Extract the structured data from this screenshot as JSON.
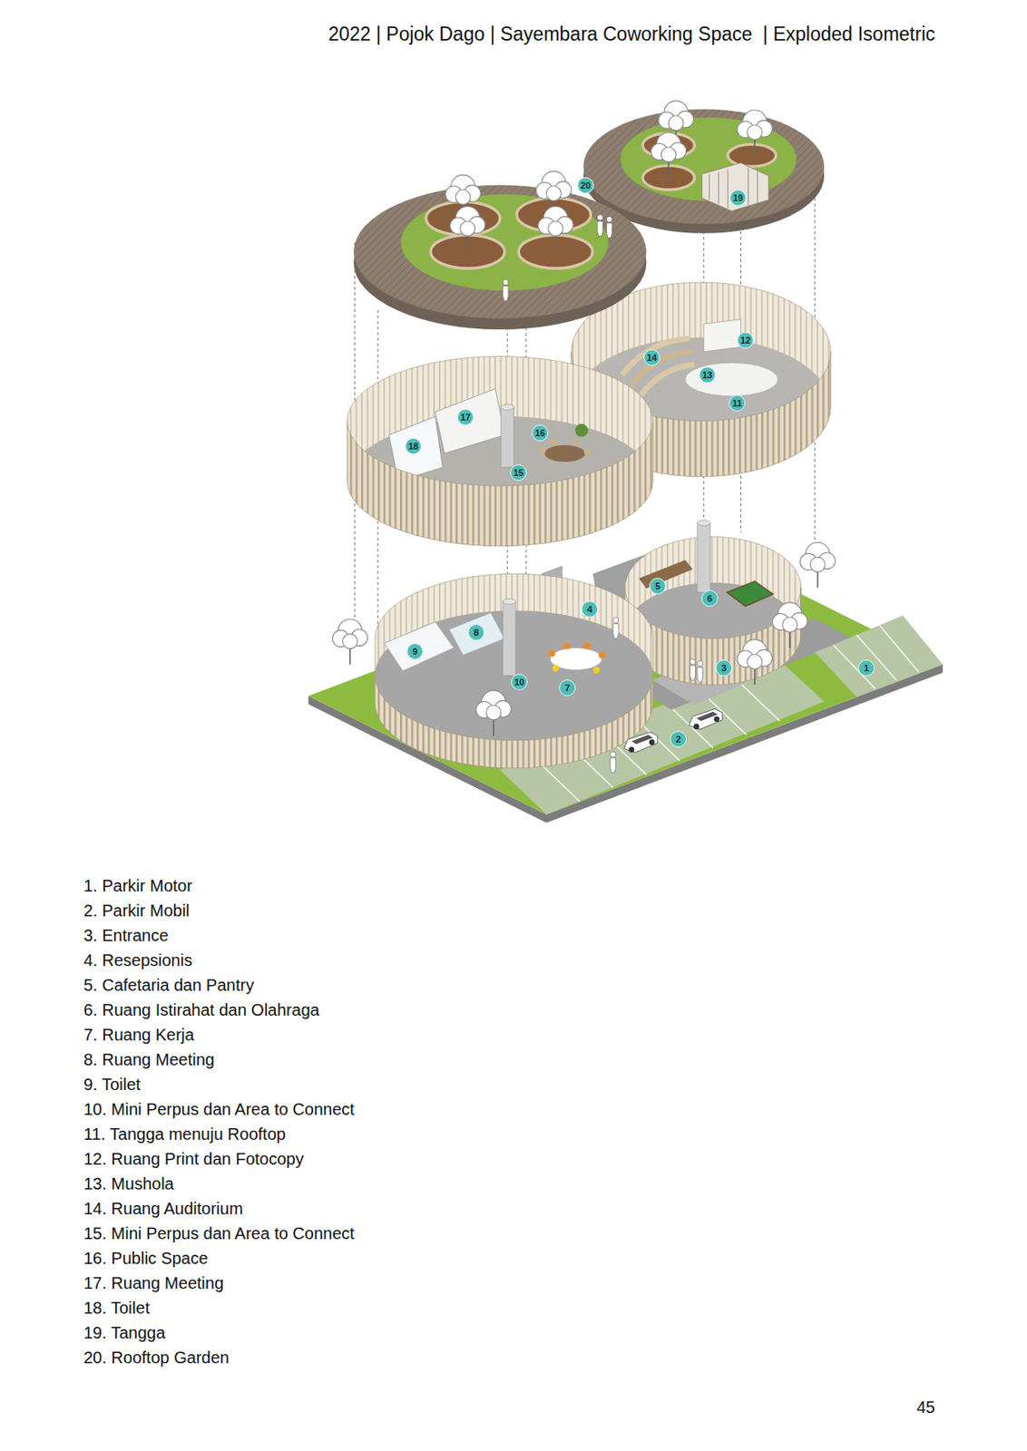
{
  "diagram": {
    "title": "2022 | Pojok Dago | Sayembara Coworking Space  | Exploded Isometric",
    "labels": [
      "20",
      "19",
      "12",
      "14",
      "13",
      "11",
      "17",
      "16",
      "18",
      "15",
      "5",
      "4",
      "6",
      "8",
      "9",
      "3",
      "1",
      "10",
      "7",
      "2",
      "1. Parkir Motor",
      "2. Parkir Mobil",
      "3. Entrance",
      "4. Resepsionis",
      "5. Cafetaria dan Pantry",
      "6. Ruang Istirahat dan Olahraga",
      "7. Ruang Kerja",
      "8. Ruang Meeting",
      "9. Toilet",
      "10. Mini Perpus dan Area to Connect",
      "11. Tangga menuju Rooftop",
      "12. Ruang Print dan Fotocopy",
      "13. Mushola",
      "14. Ruang Auditorium",
      "15. Mini Perpus dan Area to Connect",
      "16. Public Space",
      "17. Ruang Meeting",
      "18. Toilet",
      "19. Tangga",
      "20. Rooftop Garden",
      "45"
    ]
  }
}
